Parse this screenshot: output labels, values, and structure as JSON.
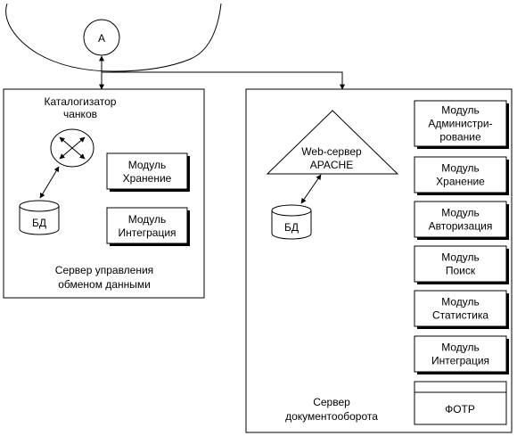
{
  "node_a": "А",
  "left_server": {
    "catalog_line1": "Каталогизатор",
    "catalog_line2": "чанков",
    "db": "БД",
    "mod_storage_l1": "Модуль",
    "mod_storage_l2": "Хранение",
    "mod_integration_l1": "Модуль",
    "mod_integration_l2": "Интеграция",
    "caption_line1": "Сервер управления",
    "caption_line2": "обменом данными"
  },
  "right_server": {
    "web_l1": "Web-сервер",
    "web_l2": "APACHE",
    "db": "БД",
    "modules": [
      {
        "l1": "Модуль",
        "l2": "Администри-",
        "l3": "рование"
      },
      {
        "l1": "Модуль",
        "l2": "Хранение"
      },
      {
        "l1": "Модуль",
        "l2": "Авторизация"
      },
      {
        "l1": "Модуль",
        "l2": "Поиск"
      },
      {
        "l1": "Модуль",
        "l2": "Статистика"
      },
      {
        "l1": "Модуль",
        "l2": "Интеграция"
      }
    ],
    "fotr": "ФОТР",
    "caption_line1": "Сервер",
    "caption_line2": "документооборота"
  }
}
